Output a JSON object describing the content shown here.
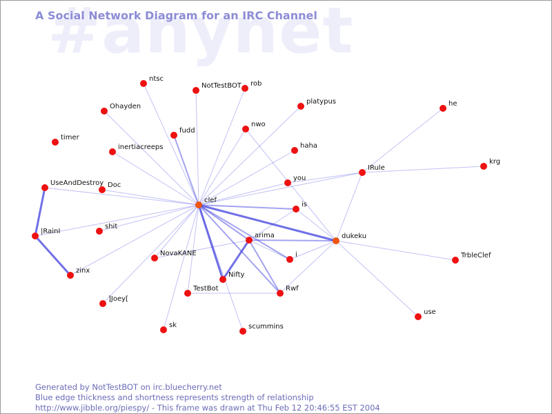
{
  "watermark": "#anynet",
  "title": "A Social Network Diagram for an IRC Channel",
  "footer": {
    "line1": "Generated by NotTestBOT on irc.bluecherry.net",
    "line2": "Blue edge thickness and shortness represents strength of relationship",
    "line3": "http://www.jibble.org/piespy/ - This frame was drawn at Thu Feb 12 20:46:55 EST 2004"
  },
  "colors": {
    "node": "#ee1111",
    "node_highlight": "#ee5511",
    "edge": "#3333dd",
    "title": "#8c8cd6",
    "watermark": "#eeeefb"
  },
  "nodes": [
    {
      "id": "clef",
      "label": "clef",
      "highlight": true
    },
    {
      "id": "dukeku",
      "label": "dukeku",
      "highlight": true
    },
    {
      "id": "ntsc",
      "label": "ntsc"
    },
    {
      "id": "NotTestBOT",
      "label": "NotTestBOT"
    },
    {
      "id": "rob",
      "label": "rob"
    },
    {
      "id": "Ohayden",
      "label": "Ohayden"
    },
    {
      "id": "platypus",
      "label": "platypus"
    },
    {
      "id": "he",
      "label": "he"
    },
    {
      "id": "fudd",
      "label": "fudd"
    },
    {
      "id": "nwo",
      "label": "nwo"
    },
    {
      "id": "timer",
      "label": "timer"
    },
    {
      "id": "inertiacreeps",
      "label": "inertiacreeps"
    },
    {
      "id": "haha",
      "label": "haha"
    },
    {
      "id": "krg",
      "label": "krg"
    },
    {
      "id": "IRule",
      "label": "IRule"
    },
    {
      "id": "you",
      "label": "you"
    },
    {
      "id": "UseAndDestroy",
      "label": "UseAndDestroy"
    },
    {
      "id": "Doc",
      "label": "Doc"
    },
    {
      "id": "is",
      "label": "is"
    },
    {
      "id": "shit",
      "label": "shit"
    },
    {
      "id": "IRainI",
      "label": "|RainI"
    },
    {
      "id": "arima",
      "label": "arima"
    },
    {
      "id": "i",
      "label": "i"
    },
    {
      "id": "NovaKANE",
      "label": "NovaKANE"
    },
    {
      "id": "TrbleClef",
      "label": "TrbleClef"
    },
    {
      "id": "zinx",
      "label": "zinx"
    },
    {
      "id": "Nifty",
      "label": "Nifty"
    },
    {
      "id": "TestBot",
      "label": "TestBot"
    },
    {
      "id": "Rwf",
      "label": "Rwf"
    },
    {
      "id": "Joey",
      "label": "]Joey["
    },
    {
      "id": "use",
      "label": "use"
    },
    {
      "id": "sk",
      "label": "sk"
    },
    {
      "id": "scummins",
      "label": "scummins"
    }
  ],
  "edges": [
    {
      "from": "clef",
      "to": "ntsc",
      "strength": 1
    },
    {
      "from": "clef",
      "to": "NotTestBOT",
      "strength": 1
    },
    {
      "from": "clef",
      "to": "rob",
      "strength": 1
    },
    {
      "from": "clef",
      "to": "Ohayden",
      "strength": 1
    },
    {
      "from": "clef",
      "to": "platypus",
      "strength": 1
    },
    {
      "from": "clef",
      "to": "fudd",
      "strength": 2
    },
    {
      "from": "clef",
      "to": "nwo",
      "strength": 1
    },
    {
      "from": "clef",
      "to": "inertiacreeps",
      "strength": 1
    },
    {
      "from": "clef",
      "to": "haha",
      "strength": 1
    },
    {
      "from": "clef",
      "to": "IRule",
      "strength": 1
    },
    {
      "from": "clef",
      "to": "you",
      "strength": 1
    },
    {
      "from": "clef",
      "to": "UseAndDestroy",
      "strength": 1
    },
    {
      "from": "clef",
      "to": "Doc",
      "strength": 1
    },
    {
      "from": "clef",
      "to": "is",
      "strength": 2
    },
    {
      "from": "clef",
      "to": "shit",
      "strength": 1
    },
    {
      "from": "clef",
      "to": "IRainI",
      "strength": 1
    },
    {
      "from": "clef",
      "to": "arima",
      "strength": 2
    },
    {
      "from": "clef",
      "to": "i",
      "strength": 2
    },
    {
      "from": "clef",
      "to": "dukeku",
      "strength": 3
    },
    {
      "from": "clef",
      "to": "NovaKANE",
      "strength": 1
    },
    {
      "from": "clef",
      "to": "Nifty",
      "strength": 3
    },
    {
      "from": "clef",
      "to": "TestBot",
      "strength": 1
    },
    {
      "from": "clef",
      "to": "Rwf",
      "strength": 2
    },
    {
      "from": "clef",
      "to": "Joey",
      "strength": 1
    },
    {
      "from": "clef",
      "to": "sk",
      "strength": 1
    },
    {
      "from": "clef",
      "to": "scummins",
      "strength": 1
    },
    {
      "from": "clef",
      "to": "zinx",
      "strength": 1
    },
    {
      "from": "dukeku",
      "to": "IRule",
      "strength": 1
    },
    {
      "from": "dukeku",
      "to": "is",
      "strength": 1
    },
    {
      "from": "dukeku",
      "to": "arima",
      "strength": 2
    },
    {
      "from": "dukeku",
      "to": "i",
      "strength": 1
    },
    {
      "from": "dukeku",
      "to": "Rwf",
      "strength": 1
    },
    {
      "from": "dukeku",
      "to": "TrbleClef",
      "strength": 1
    },
    {
      "from": "dukeku",
      "to": "use",
      "strength": 1
    },
    {
      "from": "dukeku",
      "to": "nwo",
      "strength": 1
    },
    {
      "from": "IRule",
      "to": "he",
      "strength": 1
    },
    {
      "from": "IRule",
      "to": "krg",
      "strength": 1
    },
    {
      "from": "IRule",
      "to": "you",
      "strength": 1
    },
    {
      "from": "arima",
      "to": "Nifty",
      "strength": 3
    },
    {
      "from": "arima",
      "to": "Rwf",
      "strength": 2
    },
    {
      "from": "arima",
      "to": "NovaKANE",
      "strength": 1
    },
    {
      "from": "arima",
      "to": "is",
      "strength": 1
    },
    {
      "from": "arima",
      "to": "i",
      "strength": 1
    },
    {
      "from": "TestBot",
      "to": "Rwf",
      "strength": 1
    },
    {
      "from": "IRainI",
      "to": "UseAndDestroy",
      "strength": 3
    },
    {
      "from": "IRainI",
      "to": "zinx",
      "strength": 3
    }
  ]
}
